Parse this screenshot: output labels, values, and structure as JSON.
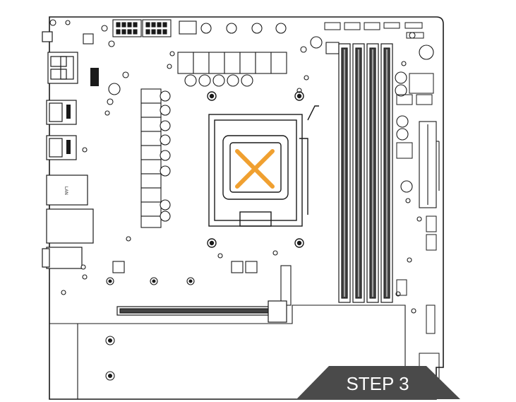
{
  "diagram": {
    "step_label": "STEP 3",
    "io_port_text": "LAN",
    "colors": {
      "outline": "#1a1a1a",
      "board_fill": "#ffffff",
      "step_banner": "#4a4a4a",
      "step_text": "#ffffff",
      "cpu_mark": "#f0a030"
    },
    "icons": [
      "cpu-x-mark",
      "dimm-slot",
      "pcie-slot",
      "mount-hole"
    ]
  }
}
